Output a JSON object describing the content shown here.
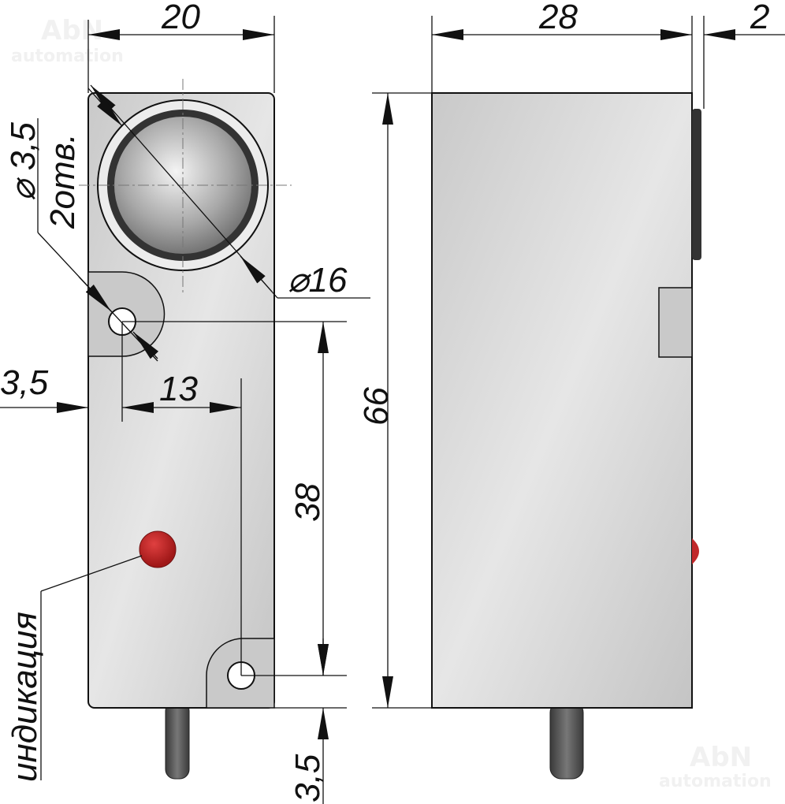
{
  "watermark": {
    "brand": "AbN",
    "sub": "automation"
  },
  "front_view": {
    "width_label": "20",
    "lens_diameter_label": "⌀16",
    "hole_diameter_label": "⌀ 3,5",
    "hole_count_label": "2отв.",
    "edge_offset_left_label": "3,5",
    "hole_spacing_h_label": "13",
    "hole_spacing_v_label": "38",
    "edge_offset_bottom_label": "3,5",
    "indicator_label": "индикация"
  },
  "side_view": {
    "depth_label": "28",
    "lens_protrusion_label": "2",
    "height_label": "66"
  },
  "colors": {
    "body": "#d6d6d6",
    "led": "#c0282a",
    "cable": "#555555"
  }
}
